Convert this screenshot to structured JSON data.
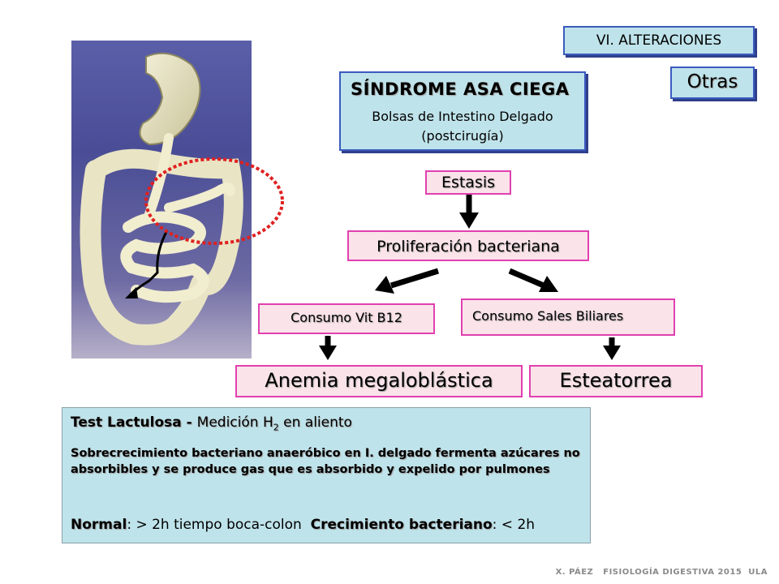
{
  "section_label": "VI. ALTERACIONES",
  "subsection_label": "Otras",
  "title": {
    "heading": "SÍNDROME ASA CIEGA",
    "line1": "Bolsas de Intestino Delgado",
    "line2": "(postcirugía)"
  },
  "flow": {
    "estasis": "Estasis",
    "proliferacion": "Proliferación bacteriana",
    "consumo_b12": "Consumo Vit B12",
    "consumo_sales": "Consumo Sales Biliares",
    "anemia": "Anemia megaloblástica",
    "esteatorrea": "Esteatorrea"
  },
  "test": {
    "name": "Test Lactulosa",
    "dash": " - ",
    "measure_prefix": "Medición H",
    "measure_sub": "2",
    "measure_suffix": " en aliento",
    "description": "Sobrecrecimiento bacteriano anaeróbico en I. delgado fermenta azúcares no absorbibles y se produce gas que es absorbido y expelido por pulmones",
    "normal_label": "Normal",
    "normal_value": ": > 2h tiempo boca-colon",
    "bacterial_label": "Crecimiento bacteriano",
    "bacterial_value": ": < 2h"
  },
  "footer": "X. PÁEZ   FISIOLOGÍA DIGESTIVA 2015  ULA",
  "colors": {
    "box_blue": "#bfe3ea",
    "box_blue_border": "#3b5bbf",
    "box_pink": "#fbe3ea",
    "box_pink_border": "#e040b0",
    "highlight_ellipse": "#e02020"
  }
}
